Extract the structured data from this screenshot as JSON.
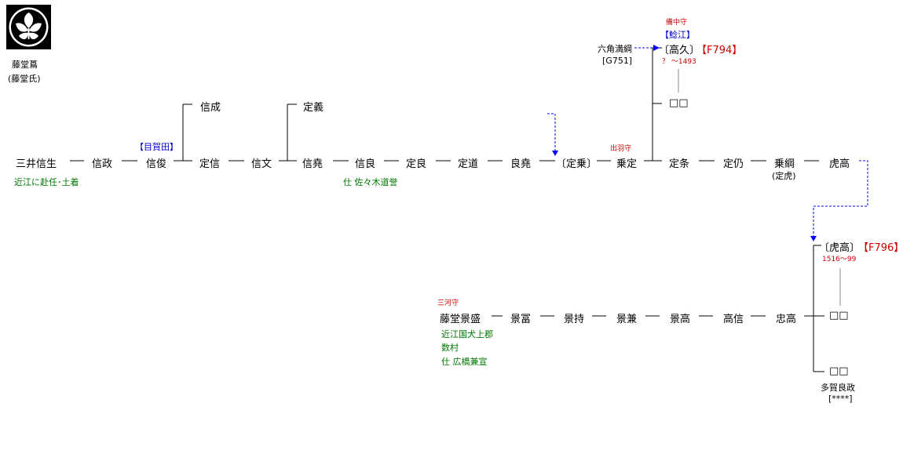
{
  "crest": {
    "icon": "wisteria-crest-icon",
    "caption1": "藤堂蔦",
    "caption2": "(藤堂氏)"
  },
  "persons": {
    "mitsui_nobuo": "三井信生",
    "nobumasa": "信政",
    "nobutoshi": "信俊",
    "sadanobu": "定信",
    "nobunari": "信成",
    "nobufumi": "信文",
    "sadayoshi1": "定義",
    "nobuaki": "信堯",
    "nobuyoshi": "信良",
    "sadayoshi2": "定良",
    "sadamichi": "定道",
    "yoshiaki": "良堯",
    "sadanori_br": "〔定乗〕",
    "norisada": "乗定",
    "sadaeda": "定条",
    "sadanao": "定仍",
    "noritsuna": "乗綱",
    "noritsuna_alt": "(定虎)",
    "toratakao": "虎高",
    "toratakao_br": "〔虎高〕",
    "takahisa_br": "〔高久〕",
    "rokkaku": "六角満綱",
    "blank1": "□□",
    "blank2": "□□",
    "blank3": "□□",
    "todo_kagemori": "藤堂景盛",
    "kagetomi": "景冨",
    "kagemochi": "景持",
    "kagekane": "景兼",
    "kagetaka": "景高",
    "takanobu": "高信",
    "tadataka": "忠高",
    "taga": "多賀良政"
  },
  "notes": {
    "omi": "近江に赴任･土着",
    "mekata": "【目賀田】",
    "sasaki": "仕 佐々木道誉",
    "dewa": "出羽守",
    "bitchu": "備中守",
    "nukae": "【鯰江】",
    "f794": "【F794】",
    "takahisa_years": "？ ～1493",
    "g751": "[G751]",
    "f796": "【F796】",
    "torataka_years": "1516～99",
    "mikawa": "三河守",
    "inukami1": "近江国犬上郡",
    "inukami2": "数村",
    "hirohashi": "仕 広橋兼宣",
    "stars": "[****]"
  }
}
